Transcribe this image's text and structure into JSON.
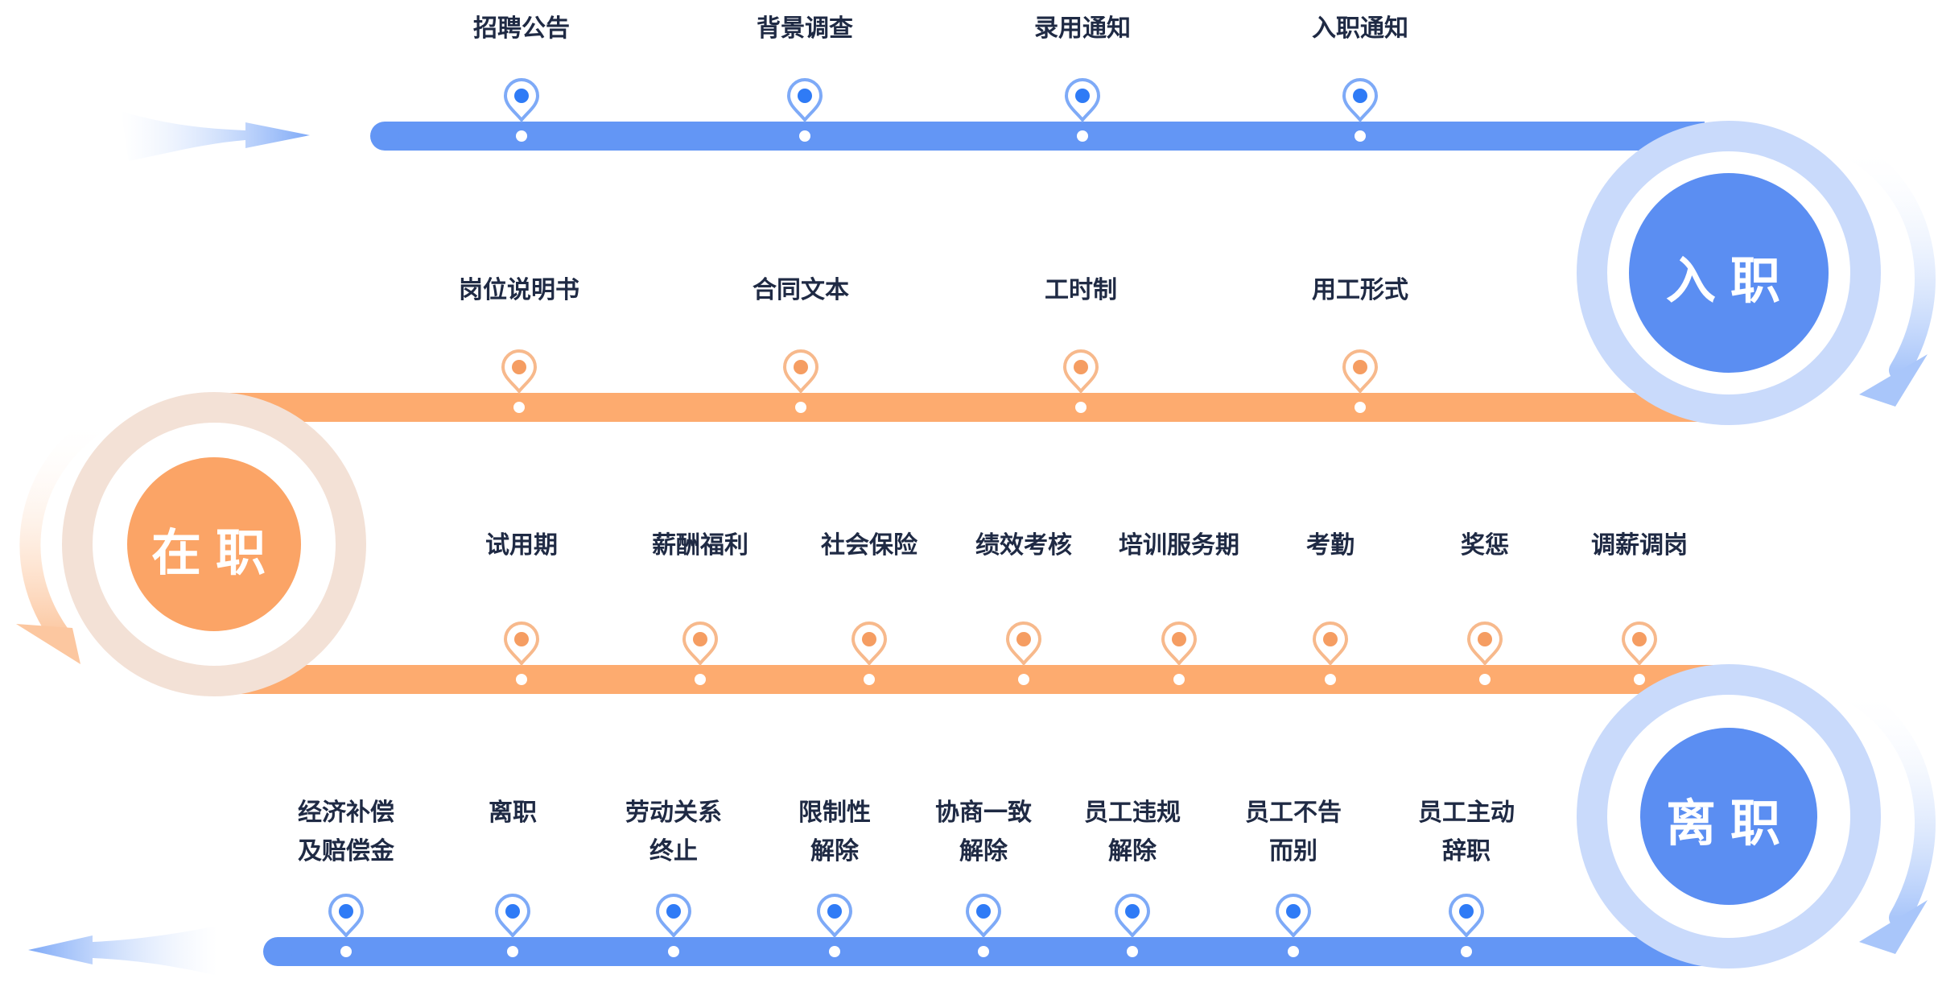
{
  "colors": {
    "blue_track": "#6396f5",
    "blue_pin": "#2f7bf6",
    "blue_circle": "#5b8ef2",
    "blue_ring": "#c9dafb",
    "orange_track": "#fdab6f",
    "orange_pin": "#f59d62",
    "orange_circle": "#fba466",
    "orange_ring": "#f3e1d6"
  },
  "stages": {
    "onboard": "入职",
    "onjob": "在职",
    "leave": "离职"
  },
  "rows": [
    {
      "id": "row1",
      "color": "blue",
      "items": [
        {
          "label": "招聘公告"
        },
        {
          "label": "背景调查"
        },
        {
          "label": "录用通知"
        },
        {
          "label": "入职通知"
        }
      ]
    },
    {
      "id": "row2",
      "color": "orange",
      "items": [
        {
          "label": "岗位说明书"
        },
        {
          "label": "合同文本"
        },
        {
          "label": "工时制"
        },
        {
          "label": "用工形式"
        }
      ]
    },
    {
      "id": "row3",
      "color": "orange",
      "items": [
        {
          "label": "试用期"
        },
        {
          "label": "薪酬福利"
        },
        {
          "label": "社会保险"
        },
        {
          "label": "绩效考核"
        },
        {
          "label": "培训服务期"
        },
        {
          "label": "考勤"
        },
        {
          "label": "奖惩"
        },
        {
          "label": "调薪调岗"
        }
      ]
    },
    {
      "id": "row4",
      "color": "blue",
      "items": [
        {
          "label": "经济补偿\n及赔偿金"
        },
        {
          "label": "离职"
        },
        {
          "label": "劳动关系\n终止"
        },
        {
          "label": "限制性\n解除"
        },
        {
          "label": "协商一致\n解除"
        },
        {
          "label": "员工违规\n解除"
        },
        {
          "label": "员工不告\n而别"
        },
        {
          "label": "员工主动\n辞职"
        }
      ]
    }
  ]
}
